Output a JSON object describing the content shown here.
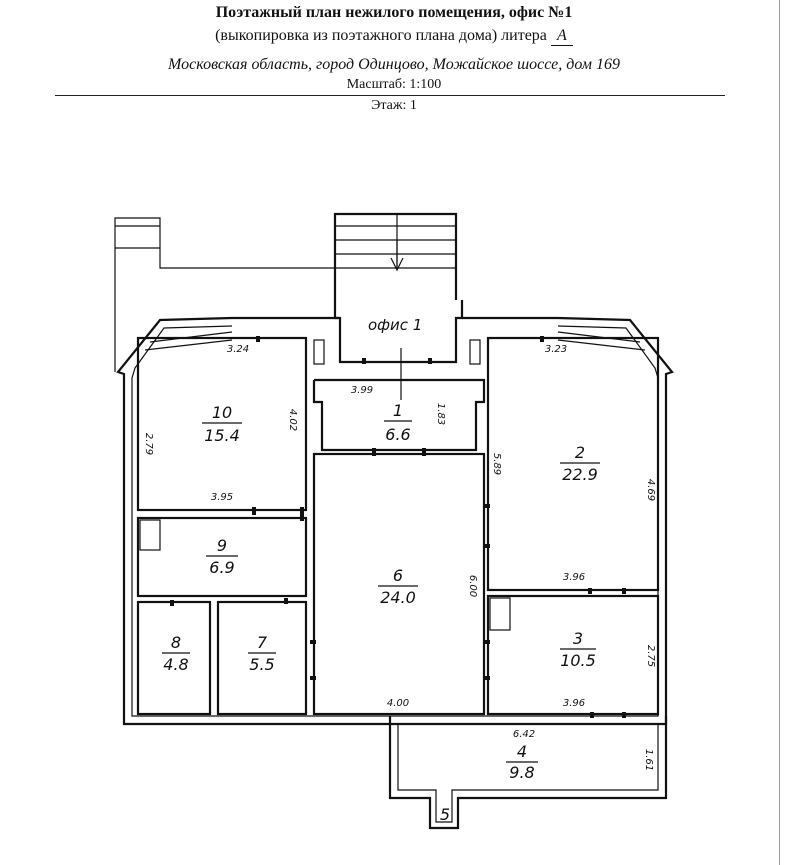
{
  "header": {
    "title": "Поэтажный план нежилого помещения, офис №1",
    "subtitle_prefix": "(выкопировка из поэтажного плана дома) литера",
    "litera": "А",
    "address": "Московская область, город Одинцово, Можайское шоссе, дом 169",
    "scale": "Масштаб: 1:100",
    "floor": "Этаж: 1"
  },
  "plan": {
    "office_label": "офис 1",
    "rooms": [
      {
        "number": "1",
        "area": "6.6"
      },
      {
        "number": "2",
        "area": "22.9"
      },
      {
        "number": "3",
        "area": "10.5"
      },
      {
        "number": "4",
        "area": "9.8"
      },
      {
        "number": "5"
      },
      {
        "number": "6",
        "area": "24.0"
      },
      {
        "number": "7",
        "area": "5.5"
      },
      {
        "number": "8",
        "area": "4.8"
      },
      {
        "number": "9",
        "area": "6.9"
      },
      {
        "number": "10",
        "area": "15.4"
      }
    ],
    "dims": [
      "3.24",
      "4.02",
      "2.79",
      "3.95",
      "3.99",
      "1.83",
      "3.23",
      "5.89",
      "4.69",
      "3.96",
      "6.00",
      "4.00",
      "2.75",
      "3.96",
      "6.42",
      "1.61"
    ]
  }
}
